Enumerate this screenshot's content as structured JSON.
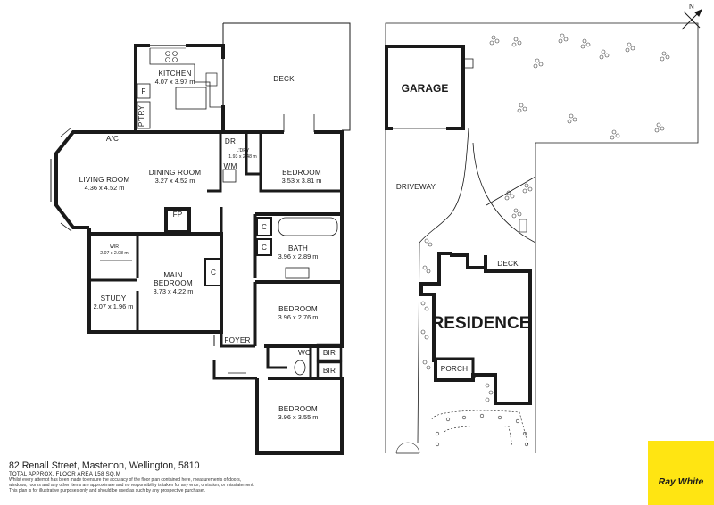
{
  "plan": {
    "rooms": {
      "kitchen": {
        "name": "KITCHEN",
        "dims": "4.07 x 3.97 m"
      },
      "living": {
        "name": "LIVING ROOM",
        "dims": "4.36 x 4.52 m"
      },
      "dining": {
        "name": "DINING ROOM",
        "dims": "3.27 x 4.52 m"
      },
      "bedroom1": {
        "name": "BEDROOM",
        "dims": "3.53 x 3.81 m"
      },
      "main_bed": {
        "name_line1": "MAIN",
        "name_line2": "BEDROOM",
        "dims": "3.73 x 4.22 m"
      },
      "wir": {
        "name": "WIR",
        "dims": "2.07 x 2.08 m"
      },
      "study": {
        "name": "STUDY",
        "dims": "2.07 x 1.96 m"
      },
      "bath": {
        "name": "BATH",
        "dims": "3.96 x 2.89 m"
      },
      "bedroom2": {
        "name": "BEDROOM",
        "dims": "3.96 x 2.76 m"
      },
      "bedroom3": {
        "name": "BEDROOM",
        "dims": "3.96 x 3.55 m"
      },
      "laundry": {
        "name": "L'DRY",
        "dims": "1.93 x 2.48 m"
      }
    },
    "labels": {
      "deck": "DECK",
      "ac": "A/C",
      "pantry": "P'TRY",
      "fridge": "F",
      "dr": "DR",
      "wm": "WM",
      "fp": "FP",
      "cupboard": "C",
      "foyer": "FOYER",
      "wc": "WC",
      "bir": "BIR"
    }
  },
  "site": {
    "garage": "GARAGE",
    "driveway": "DRIVEWAY",
    "residence": "RESIDENCE",
    "porch": "PORCH",
    "deck": "DECK",
    "north": "N"
  },
  "footer": {
    "address": "82 Renall Street, Masterton, Wellington, 5810",
    "floor_area": "TOTAL APPROX. FLOOR AREA 158 SQ.M",
    "disclaimer_1": "Whilst every attempt has been made to ensure the accuracy of the floor plan contained here, measurements of doors,",
    "disclaimer_2": "windows, rooms and any other items are approximate and no responsibility is taken for any error, omission, or misstatement.",
    "disclaimer_3": "This plan is for illustrative purposes only and should be used as such by any prospective purchaser."
  },
  "brand": {
    "name": "Ray White",
    "color": "#ffe512"
  }
}
